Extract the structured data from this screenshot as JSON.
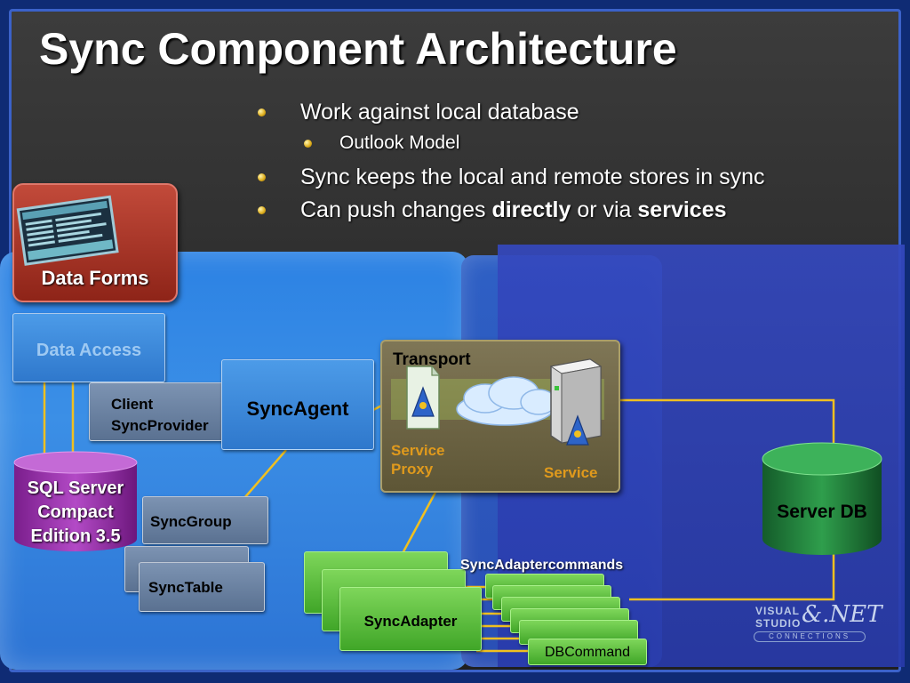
{
  "slide": {
    "title": "Sync Component Architecture",
    "bullets": [
      {
        "text": "Work against local database",
        "level": 1
      },
      {
        "text": "Outlook Model",
        "level": 2
      },
      {
        "text": "Sync keeps the local and remote stores in sync",
        "level": 1
      },
      {
        "prefix": "Can push changes ",
        "bold1": "directly",
        "middle": " or via ",
        "bold2": "services",
        "level": 1
      }
    ]
  },
  "diagram": {
    "data_forms": "Data Forms",
    "data_access": "Data Access",
    "client_provider": {
      "line1": "Client",
      "line2": "SyncProvider"
    },
    "sync_agent": "SyncAgent",
    "sql_server": {
      "line1": "SQL Server",
      "line2": "Compact",
      "line3": "Edition 3.5"
    },
    "sync_group": "SyncGroup",
    "sync_table": "SyncTable",
    "transport": "Transport",
    "service_proxy": {
      "line1": "Service",
      "line2": "Proxy"
    },
    "service": "Service",
    "server_db": "Server DB",
    "sync_adapter_commands": "SyncAdaptercommands",
    "sync_adapter": "SyncAdapter",
    "db_command": "DBCommand"
  },
  "logo": {
    "line1": "VISUAL",
    "line2": "STUDIO",
    "mark": "&.NET",
    "line3": "CONNECTIONS"
  },
  "colors": {
    "background": "#0f2b74",
    "title_area": "#333333",
    "client_panel": "#2f82e2",
    "server_panel": "#3448be",
    "green_box": "#4cb432",
    "orange_text": "#e09a1c",
    "connector": "#f0c020"
  }
}
